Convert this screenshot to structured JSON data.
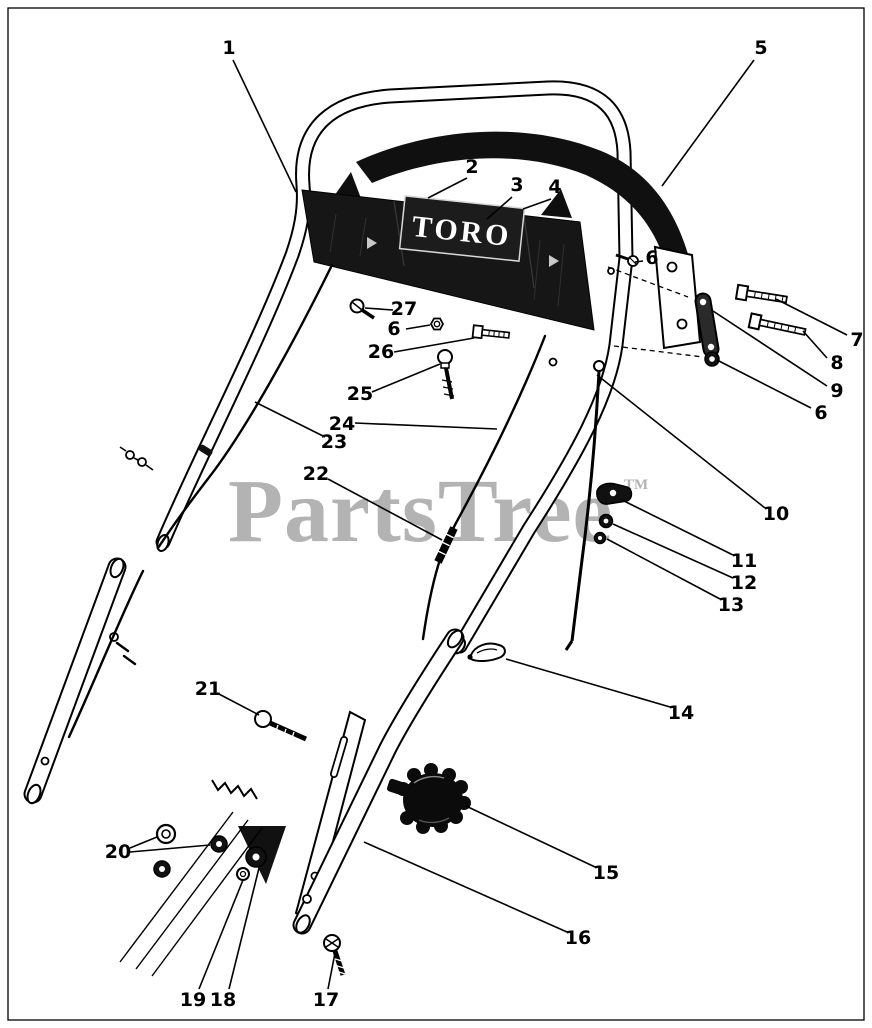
{
  "colors": {
    "background": "#ffffff",
    "ink": "#000000",
    "panel": "#161616",
    "watermark": "#b3b3b3"
  },
  "watermark": {
    "text": "PartsTree",
    "tm": "TM"
  },
  "diagram": {
    "logo_text": "TORO",
    "callouts": [
      {
        "label": "1"
      },
      {
        "label": "2"
      },
      {
        "label": "3"
      },
      {
        "label": "4"
      },
      {
        "label": "5"
      },
      {
        "label": "6"
      },
      {
        "label": "27"
      },
      {
        "label": "6"
      },
      {
        "label": "26"
      },
      {
        "label": "25"
      },
      {
        "label": "24"
      },
      {
        "label": "23"
      },
      {
        "label": "7"
      },
      {
        "label": "8"
      },
      {
        "label": "9"
      },
      {
        "label": "6"
      },
      {
        "label": "10"
      },
      {
        "label": "11"
      },
      {
        "label": "12"
      },
      {
        "label": "13"
      },
      {
        "label": "22"
      },
      {
        "label": "14"
      },
      {
        "label": "21"
      },
      {
        "label": "15"
      },
      {
        "label": "16"
      },
      {
        "label": "17"
      },
      {
        "label": "18"
      },
      {
        "label": "19"
      },
      {
        "label": "20"
      }
    ]
  }
}
